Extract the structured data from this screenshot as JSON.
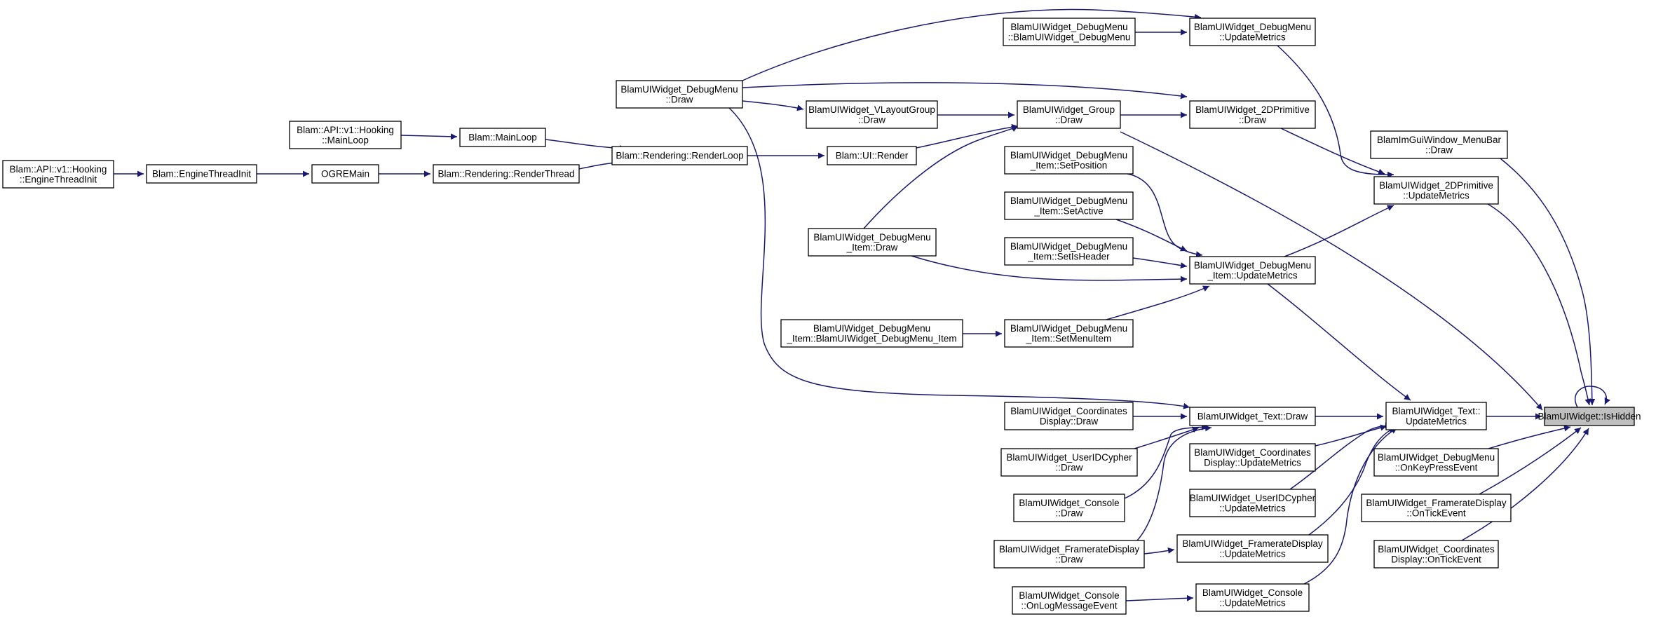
{
  "nodes": [
    {
      "id": "isHidden",
      "lines": [
        "BlamUIWidget::IsHidden"
      ],
      "focus": true
    },
    {
      "id": "imguiMenuBar",
      "lines": [
        "BlamImGuiWindow_MenuBar",
        "::Draw"
      ]
    },
    {
      "id": "prim2dUpdate",
      "lines": [
        "BlamUIWidget_2DPrimitive",
        "::UpdateMetrics"
      ]
    },
    {
      "id": "textUpdate",
      "lines": [
        "BlamUIWidget_Text::",
        "UpdateMetrics"
      ]
    },
    {
      "id": "debugMenuKey",
      "lines": [
        "BlamUIWidget_DebugMenu",
        "::OnKeyPressEvent"
      ]
    },
    {
      "id": "framerateTick",
      "lines": [
        "BlamUIWidget_FramerateDisplay",
        "::OnTickEvent"
      ]
    },
    {
      "id": "coordsTick",
      "lines": [
        "BlamUIWidget_Coordinates",
        "Display::OnTickEvent"
      ]
    },
    {
      "id": "debugMenuUpdate",
      "lines": [
        "BlamUIWidget_DebugMenu",
        "::UpdateMetrics"
      ]
    },
    {
      "id": "prim2dDraw",
      "lines": [
        "BlamUIWidget_2DPrimitive",
        "::Draw"
      ]
    },
    {
      "id": "itemUpdate",
      "lines": [
        "BlamUIWidget_DebugMenu",
        "_Item::UpdateMetrics"
      ]
    },
    {
      "id": "textDraw",
      "lines": [
        "BlamUIWidget_Text::Draw"
      ]
    },
    {
      "id": "coordsUpdate",
      "lines": [
        "BlamUIWidget_Coordinates",
        "Display::UpdateMetrics"
      ]
    },
    {
      "id": "userIdUpdate",
      "lines": [
        "BlamUIWidget_UserIDCypher",
        "::UpdateMetrics"
      ]
    },
    {
      "id": "framerateUpdate",
      "lines": [
        "BlamUIWidget_FramerateDisplay",
        "::UpdateMetrics"
      ]
    },
    {
      "id": "consoleUpdate",
      "lines": [
        "BlamUIWidget_Console",
        "::UpdateMetrics"
      ]
    },
    {
      "id": "debugMenuCtor",
      "lines": [
        "BlamUIWidget_DebugMenu",
        "::BlamUIWidget_DebugMenu"
      ]
    },
    {
      "id": "groupDraw",
      "lines": [
        "BlamUIWidget_Group",
        "::Draw"
      ]
    },
    {
      "id": "setPosition",
      "lines": [
        "BlamUIWidget_DebugMenu",
        "_Item::SetPosition"
      ]
    },
    {
      "id": "setActive",
      "lines": [
        "BlamUIWidget_DebugMenu",
        "_Item::SetActive"
      ]
    },
    {
      "id": "setIsHeader",
      "lines": [
        "BlamUIWidget_DebugMenu",
        "_Item::SetIsHeader"
      ]
    },
    {
      "id": "setMenuItem",
      "lines": [
        "BlamUIWidget_DebugMenu",
        "_Item::SetMenuItem"
      ]
    },
    {
      "id": "coordsDraw",
      "lines": [
        "BlamUIWidget_Coordinates",
        "Display::Draw"
      ]
    },
    {
      "id": "userIdDraw",
      "lines": [
        "BlamUIWidget_UserIDCypher",
        "::Draw"
      ]
    },
    {
      "id": "consoleDraw",
      "lines": [
        "BlamUIWidget_Console",
        "::Draw"
      ]
    },
    {
      "id": "framerateDraw",
      "lines": [
        "BlamUIWidget_FramerateDisplay",
        "::Draw"
      ]
    },
    {
      "id": "consoleLog",
      "lines": [
        "BlamUIWidget_Console",
        "::OnLogMessageEvent"
      ]
    },
    {
      "id": "vlayoutDraw",
      "lines": [
        "BlamUIWidget_VLayoutGroup",
        "::Draw"
      ]
    },
    {
      "id": "uiRender",
      "lines": [
        "Blam::UI::Render"
      ]
    },
    {
      "id": "itemDraw",
      "lines": [
        "BlamUIWidget_DebugMenu",
        "_Item::Draw"
      ]
    },
    {
      "id": "itemCtor",
      "lines": [
        "BlamUIWidget_DebugMenu",
        "_Item::BlamUIWidget_DebugMenu_Item"
      ]
    },
    {
      "id": "debugMenuDraw",
      "lines": [
        "BlamUIWidget_DebugMenu",
        "::Draw"
      ]
    },
    {
      "id": "renderLoop",
      "lines": [
        "Blam::Rendering::RenderLoop"
      ]
    },
    {
      "id": "mainLoop",
      "lines": [
        "Blam::MainLoop"
      ]
    },
    {
      "id": "renderThread",
      "lines": [
        "Blam::Rendering::RenderThread"
      ]
    },
    {
      "id": "hookMainLoop",
      "lines": [
        "Blam::API::v1::Hooking",
        "::MainLoop"
      ]
    },
    {
      "id": "ogreMain",
      "lines": [
        "OGREMain"
      ]
    },
    {
      "id": "engineThreadInit",
      "lines": [
        "Blam::EngineThreadInit"
      ]
    },
    {
      "id": "hookEngineThreadInit",
      "lines": [
        "Blam::API::v1::Hooking",
        "::EngineThreadInit"
      ]
    }
  ],
  "edges": [
    [
      "isHidden",
      "isHidden"
    ],
    [
      "imguiMenuBar",
      "isHidden"
    ],
    [
      "prim2dUpdate",
      "isHidden"
    ],
    [
      "textUpdate",
      "isHidden"
    ],
    [
      "debugMenuKey",
      "isHidden"
    ],
    [
      "framerateTick",
      "isHidden"
    ],
    [
      "coordsTick",
      "isHidden"
    ],
    [
      "groupDraw",
      "isHidden"
    ],
    [
      "debugMenuUpdate",
      "prim2dUpdate"
    ],
    [
      "prim2dDraw",
      "prim2dUpdate"
    ],
    [
      "itemUpdate",
      "prim2dUpdate"
    ],
    [
      "itemUpdate",
      "textUpdate"
    ],
    [
      "textDraw",
      "textUpdate"
    ],
    [
      "coordsUpdate",
      "textUpdate"
    ],
    [
      "userIdUpdate",
      "textUpdate"
    ],
    [
      "framerateUpdate",
      "textUpdate"
    ],
    [
      "consoleUpdate",
      "textUpdate"
    ],
    [
      "debugMenuCtor",
      "debugMenuUpdate"
    ],
    [
      "debugMenuDraw",
      "debugMenuUpdate"
    ],
    [
      "groupDraw",
      "prim2dDraw"
    ],
    [
      "debugMenuDraw",
      "prim2dDraw"
    ],
    [
      "setPosition",
      "itemUpdate"
    ],
    [
      "setActive",
      "itemUpdate"
    ],
    [
      "setIsHeader",
      "itemUpdate"
    ],
    [
      "setMenuItem",
      "itemUpdate"
    ],
    [
      "itemDraw",
      "itemUpdate"
    ],
    [
      "coordsDraw",
      "textDraw"
    ],
    [
      "userIdDraw",
      "textDraw"
    ],
    [
      "consoleDraw",
      "textDraw"
    ],
    [
      "framerateDraw",
      "textDraw"
    ],
    [
      "debugMenuDraw",
      "textDraw"
    ],
    [
      "framerateDraw",
      "framerateUpdate"
    ],
    [
      "consoleLog",
      "consoleUpdate"
    ],
    [
      "vlayoutDraw",
      "groupDraw"
    ],
    [
      "uiRender",
      "groupDraw"
    ],
    [
      "itemDraw",
      "groupDraw"
    ],
    [
      "itemCtor",
      "setMenuItem"
    ],
    [
      "debugMenuDraw",
      "vlayoutDraw"
    ],
    [
      "renderLoop",
      "uiRender"
    ],
    [
      "mainLoop",
      "renderLoop"
    ],
    [
      "renderThread",
      "renderLoop"
    ],
    [
      "hookMainLoop",
      "mainLoop"
    ],
    [
      "ogreMain",
      "renderThread"
    ],
    [
      "engineThreadInit",
      "ogreMain"
    ],
    [
      "hookEngineThreadInit",
      "engineThreadInit"
    ]
  ],
  "colors": {
    "edge": "#191970",
    "focus_fill": "#bfbfbf",
    "node_fill": "#ffffff",
    "node_border": "#000000"
  }
}
